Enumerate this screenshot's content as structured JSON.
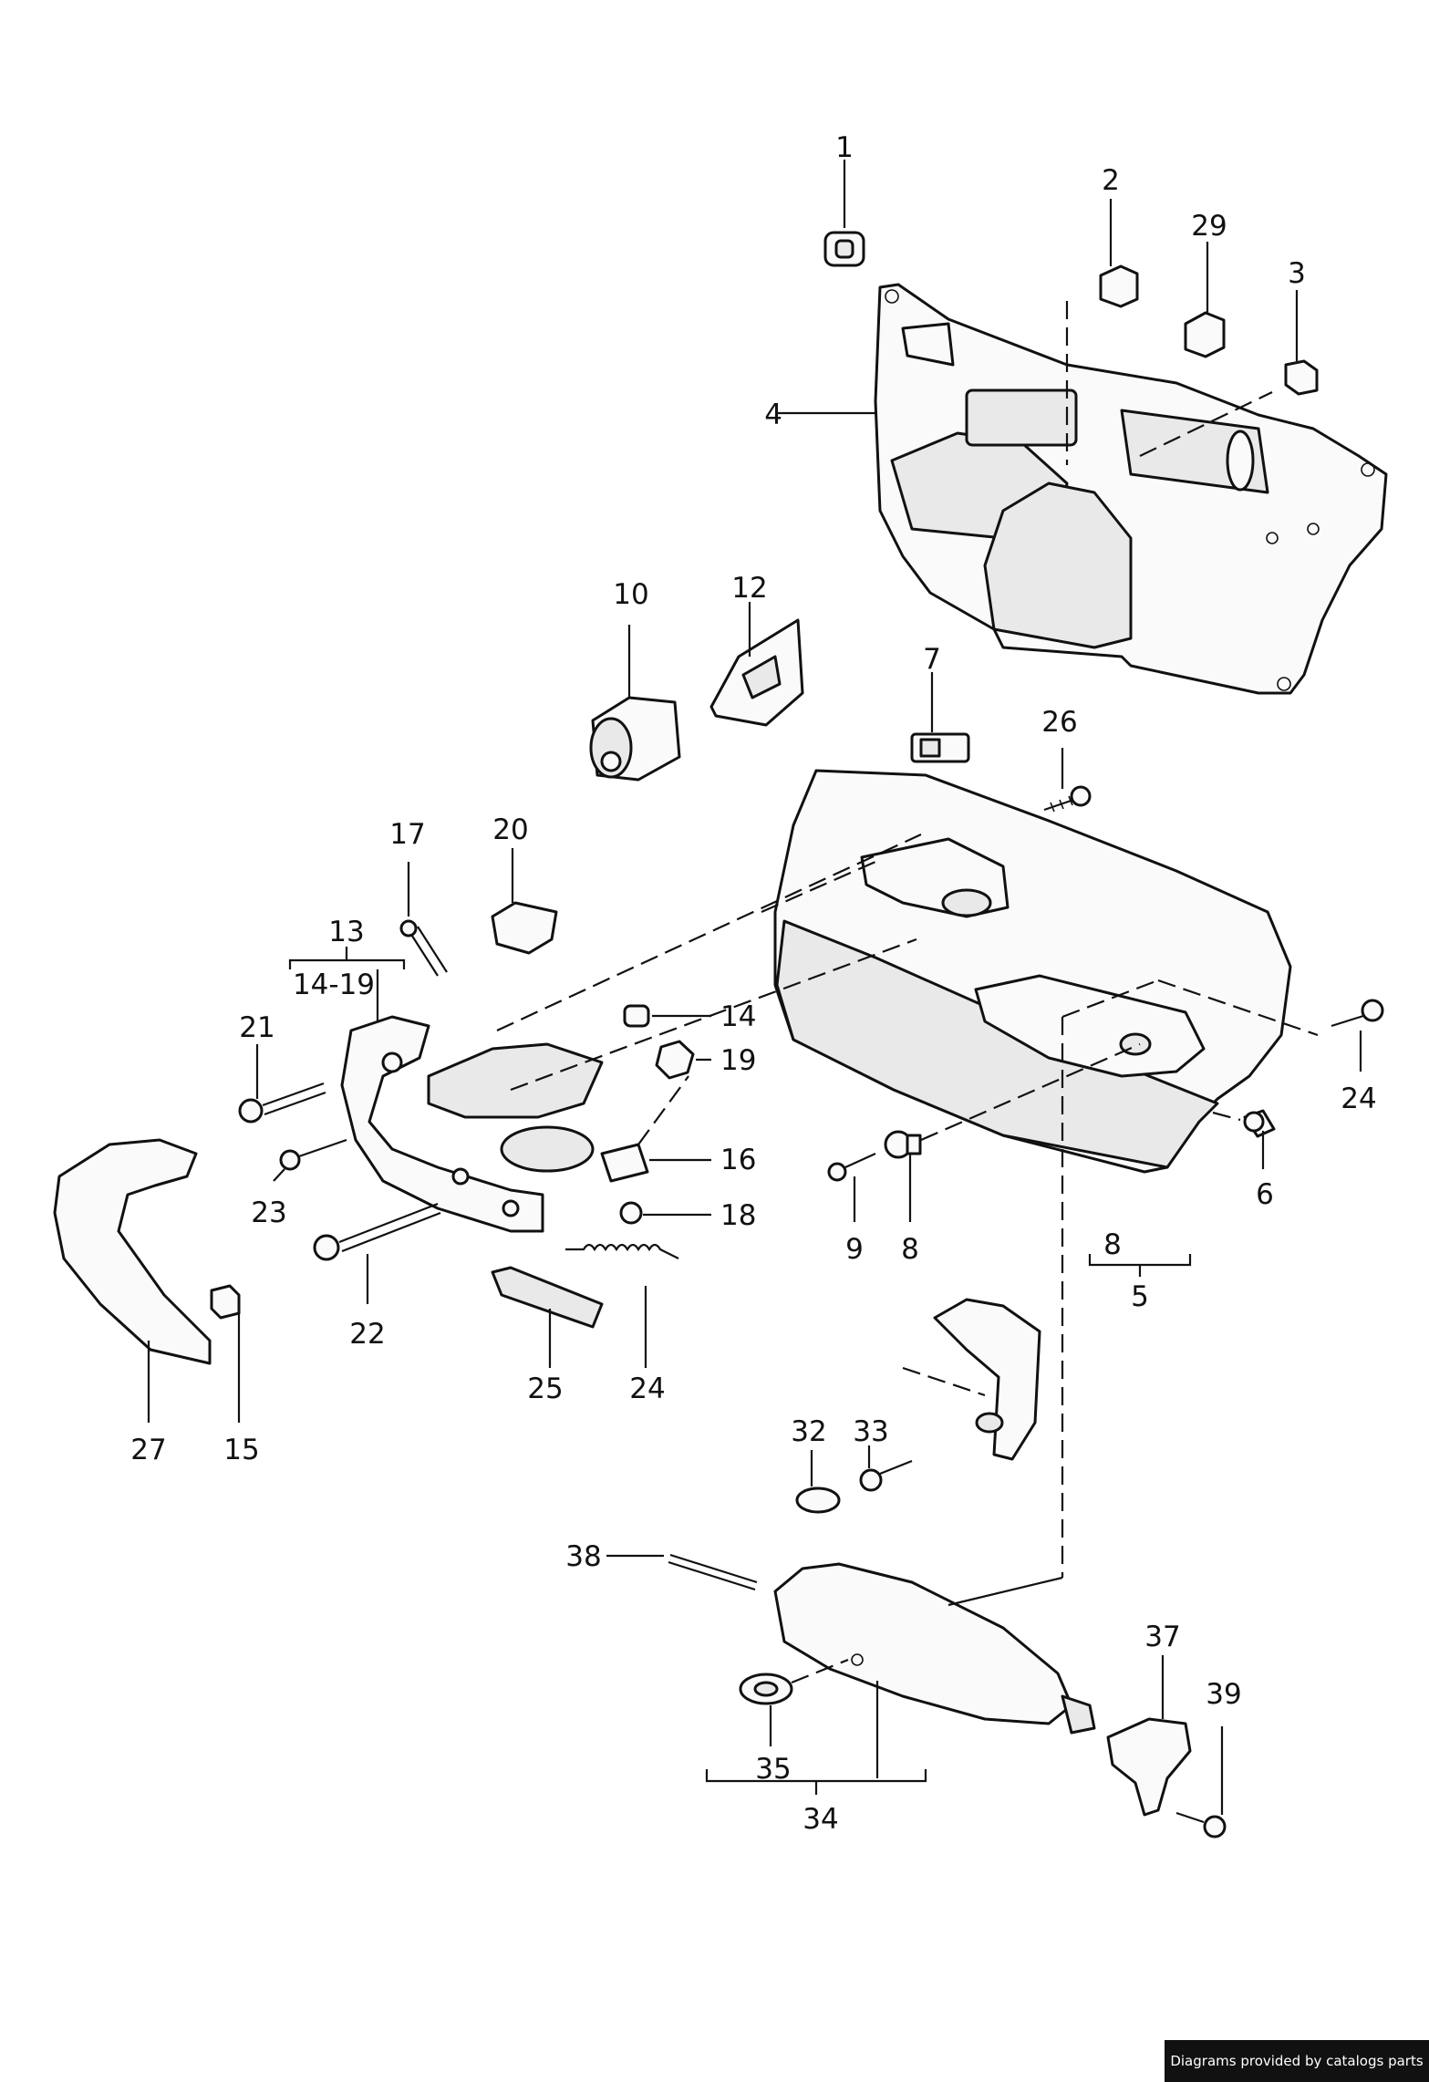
{
  "callouts": {
    "c1": "1",
    "c2": "2",
    "c29": "29",
    "c3": "3",
    "c4": "4",
    "c10": "10",
    "c12": "12",
    "c7": "7",
    "c26": "26",
    "c17": "17",
    "c20": "20",
    "c13": "13",
    "c14_19": "14-19",
    "c14": "14",
    "c19": "19",
    "c21": "21",
    "c23": "23",
    "c16": "16",
    "c18": "18",
    "c22": "22",
    "c25": "25",
    "c24b": "24",
    "c27": "27",
    "c15": "15",
    "c9": "9",
    "c8a": "8",
    "c8b": "8",
    "c5": "5",
    "c6": "6",
    "c24a": "24",
    "c32": "32",
    "c33": "33",
    "c38": "38",
    "c35": "35",
    "c34": "34",
    "c37": "37",
    "c39": "39"
  },
  "credit": "Diagrams provided by catalogs parts"
}
